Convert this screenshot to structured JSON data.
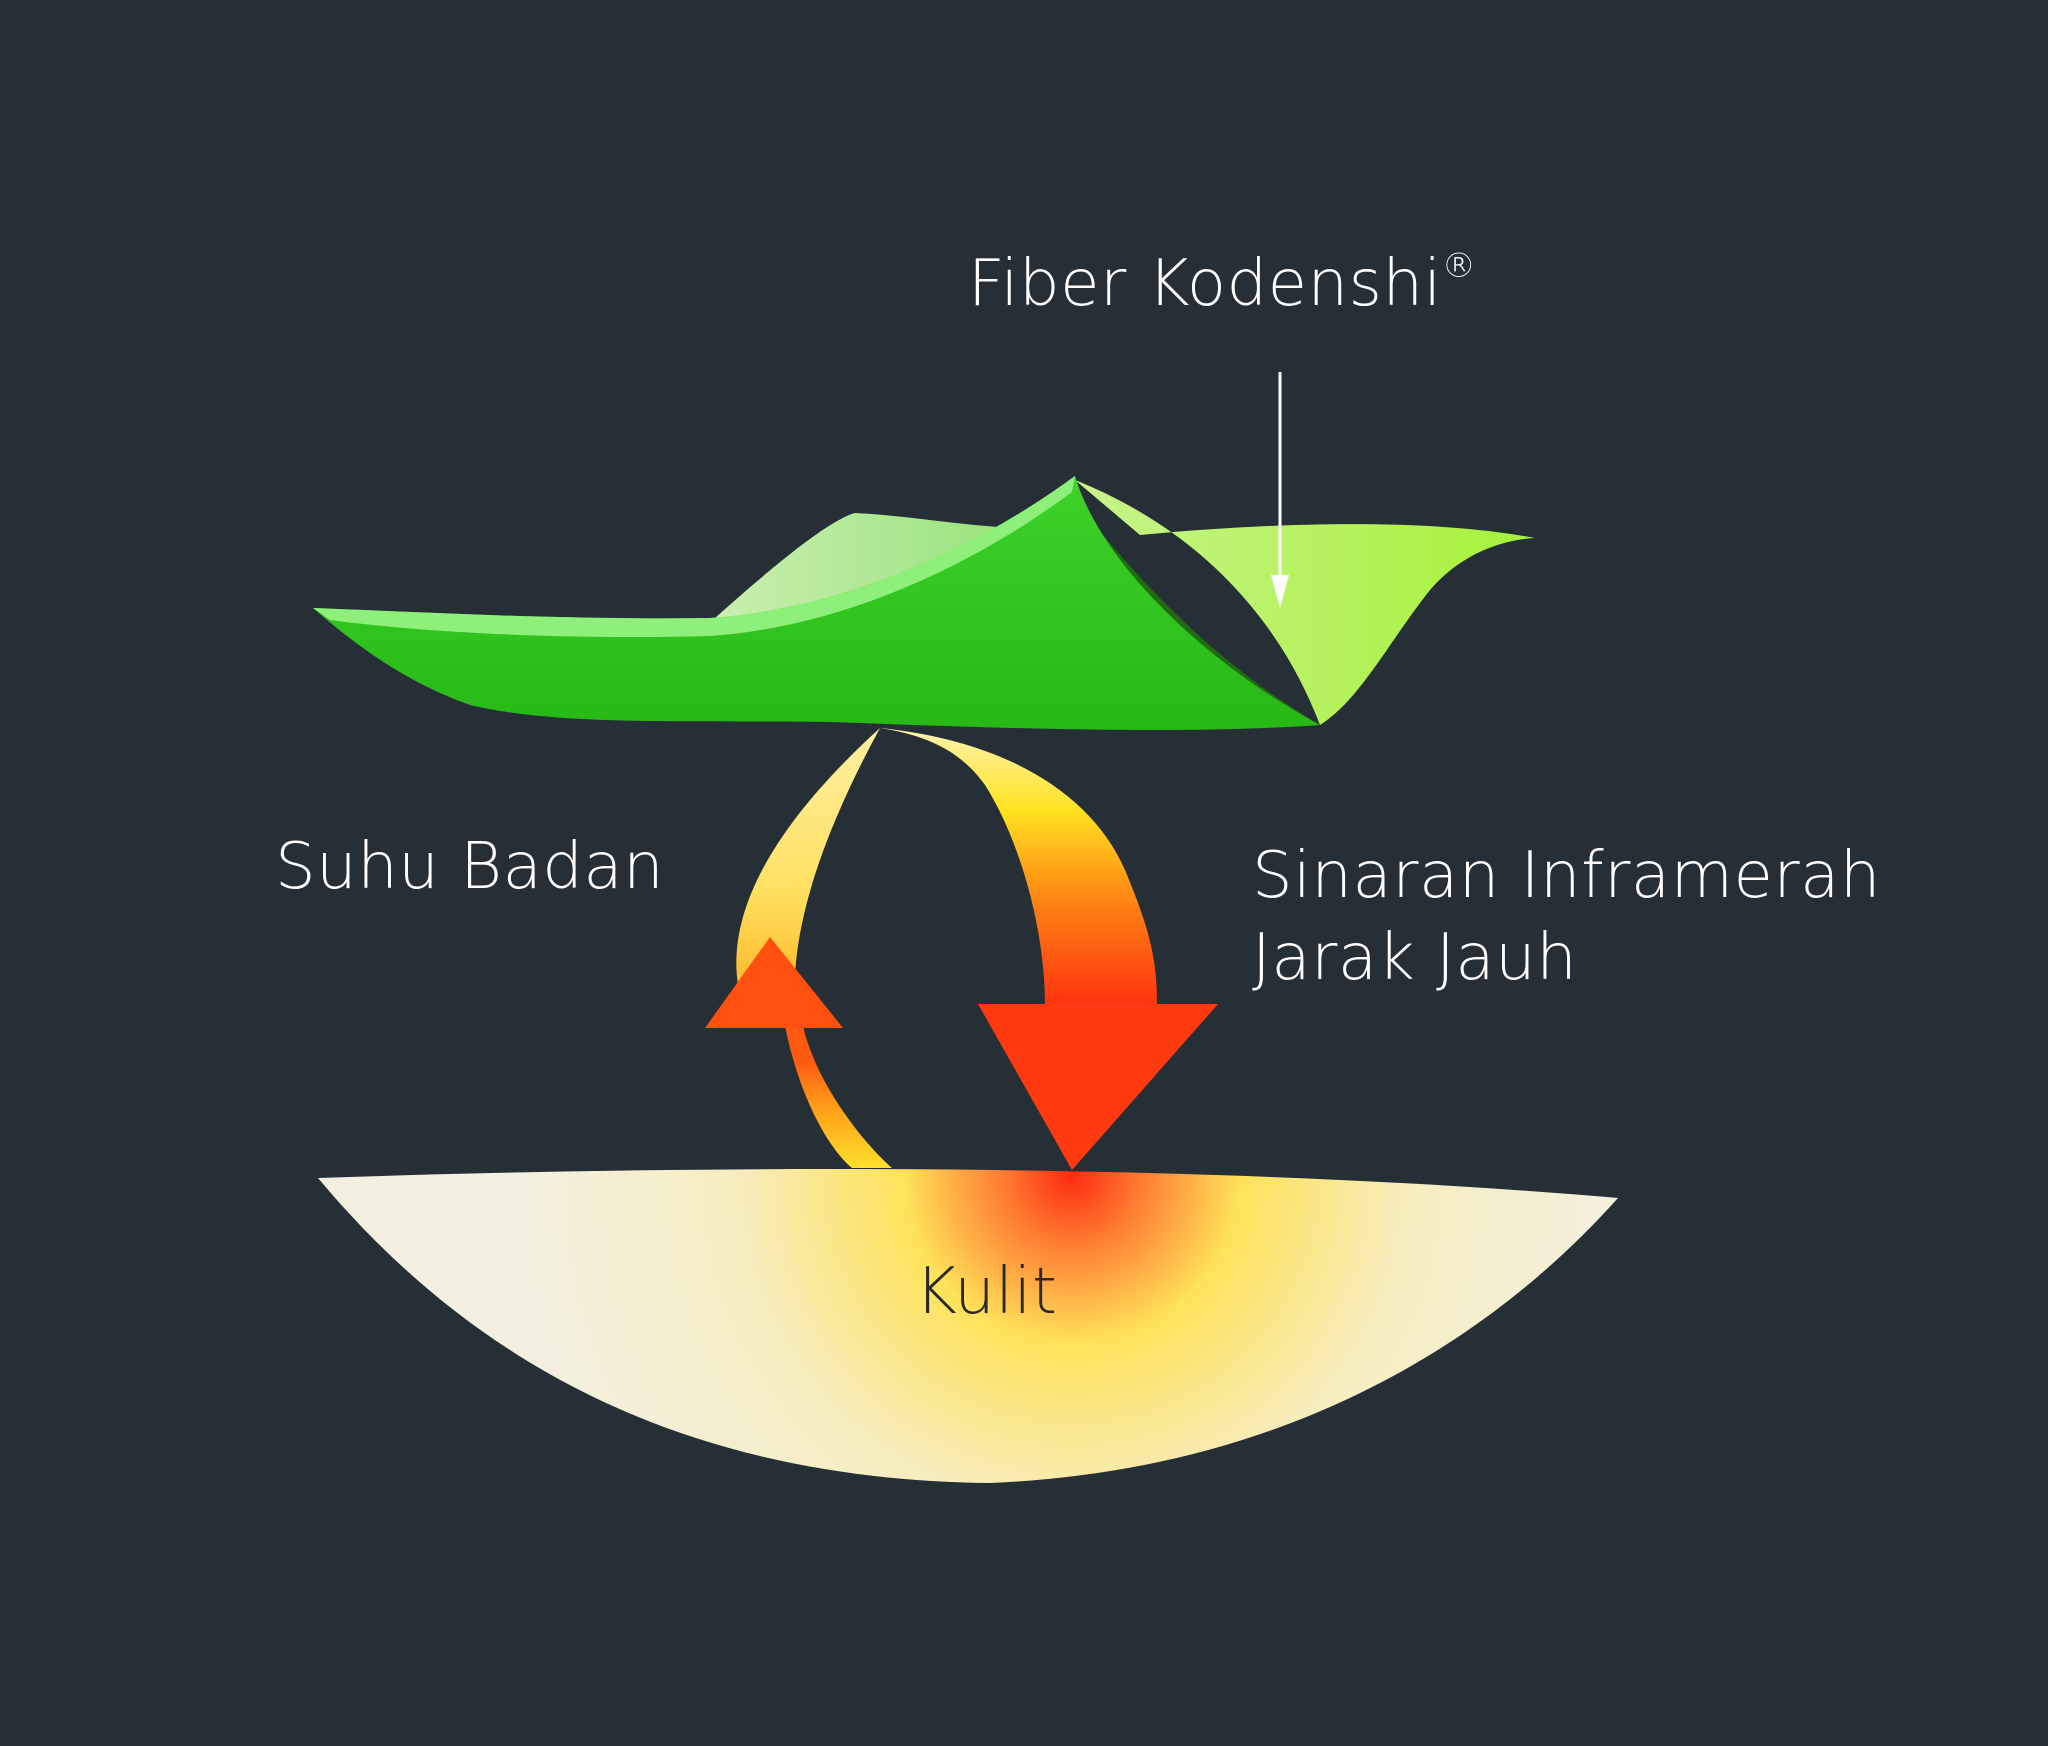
{
  "labels": {
    "fiber": "Fiber Kodenshi",
    "fiber_mark": "®",
    "body_temp": "Suhu Badan",
    "infrared_line1": "Sinaran Inframerah",
    "infrared_line2": "Jarak Jauh",
    "skin": "Kulit"
  },
  "colors": {
    "background": "#272f36",
    "fiber_green": "#2fc21a",
    "fiber_light": "#b6f25a",
    "arrow_yellow": "#ffe94a",
    "arrow_red": "#ff3a10",
    "skin": "#f3f0e0"
  }
}
